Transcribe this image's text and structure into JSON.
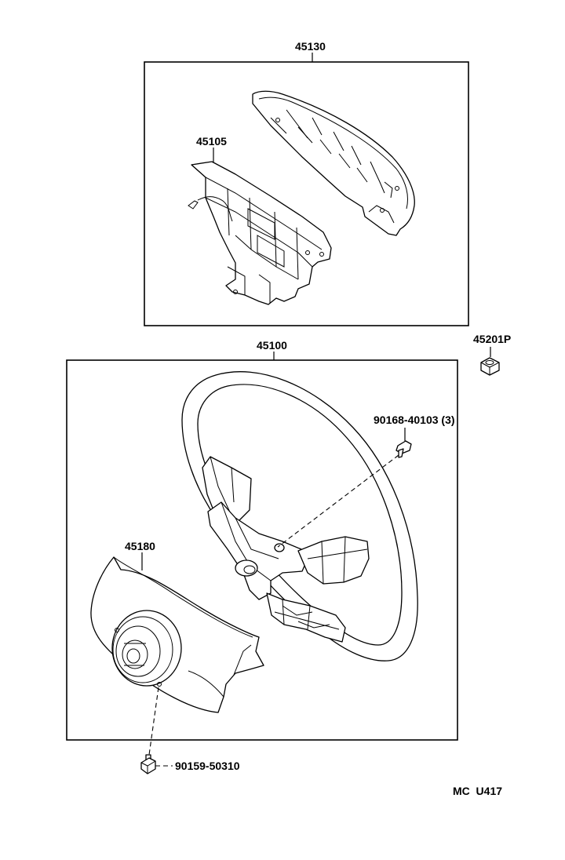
{
  "labels": {
    "part_45130": "45130",
    "part_45105": "45105",
    "part_45100": "45100",
    "part_45201p": "45201P",
    "part_90168": "90168-40103 (3)",
    "part_45180": "45180",
    "part_90159": "90159-50310",
    "diagram_code": "MC  U417"
  }
}
